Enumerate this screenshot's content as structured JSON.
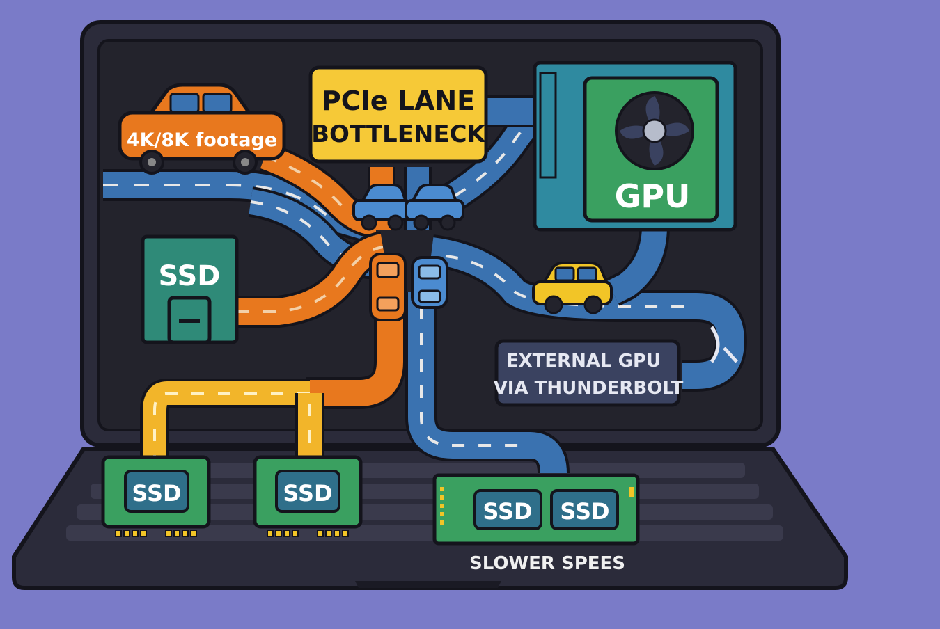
{
  "labels": {
    "footage": "4K/8K footage",
    "bottleneck_line1": "PCIe LANE",
    "bottleneck_line2": "BOTTLENECK",
    "gpu": "GPU",
    "ssd_left": "SSD",
    "egpu_line1": "EXTERNAL GPU",
    "egpu_line2": "VIA THUNDERBOLT",
    "ssd_bottom_1": "SSD",
    "ssd_bottom_2": "SSD",
    "ssd_m2_1": "SSD",
    "ssd_m2_2": "SSD",
    "slower_speeds": "SLOWER SPEES"
  },
  "colors": {
    "background": "#7a7bc8",
    "laptop": "#2b2b3a",
    "screen": "#23232c",
    "road_blue": "#3a72b0",
    "road_orange": "#e8781e",
    "road_yellow": "#f2b52a",
    "ssd_green": "#3aa060",
    "gpu_teal": "#2f8aa0",
    "label_yellow": "#f6c937",
    "egpu_box": "#3a4260"
  }
}
